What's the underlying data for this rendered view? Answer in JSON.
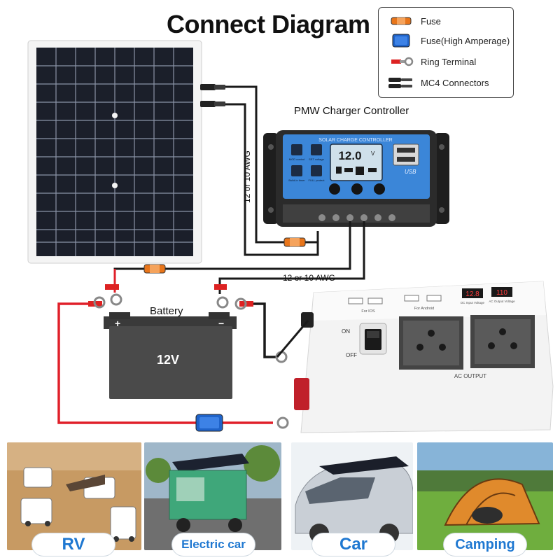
{
  "title": "Connect Diagram",
  "legend": {
    "items": [
      {
        "label": "Fuse"
      },
      {
        "label": "Fuse(High Amperage)"
      },
      {
        "label": "Ring Terminal"
      },
      {
        "label": "MC4 Connectors"
      }
    ]
  },
  "controller": {
    "title": "PMW Charger Controller",
    "brand_text": "SOLAR CHARGE CONTROLLER",
    "display_value": "12.0",
    "display_unit": "V",
    "usb_label": "USB",
    "button_labels": [
      "MOD control",
      "SET voltage",
      "Build-in timer",
      "FULL protect"
    ]
  },
  "wires": {
    "awg_vertical": "12 or 10 AWG",
    "awg_horizontal": "12 or 10 AWG"
  },
  "battery": {
    "label": "Battery",
    "voltage": "12V",
    "plus": "+",
    "minus": "−"
  },
  "inverter": {
    "usb_ios": "For IOS",
    "usb_android": "For Android",
    "dc_display": "12.8",
    "dc_caption": "DC Input Voltage",
    "ac_display": "110",
    "ac_caption": "AC Output Voltage",
    "switch_on": "ON",
    "switch_off": "OFF",
    "ac_output": "AC   OUTPUT"
  },
  "applications": [
    {
      "label": "RV"
    },
    {
      "label": "Electric car"
    },
    {
      "label": "Car"
    },
    {
      "label": "Camping"
    }
  ],
  "colors": {
    "wire_black": "#1a1a1a",
    "wire_red": "#e0202a",
    "fuse_orange": "#e8751a",
    "fuse_blue": "#1f63c9",
    "controller_blue": "#3b86d8",
    "label_blue": "#1f78d1"
  }
}
